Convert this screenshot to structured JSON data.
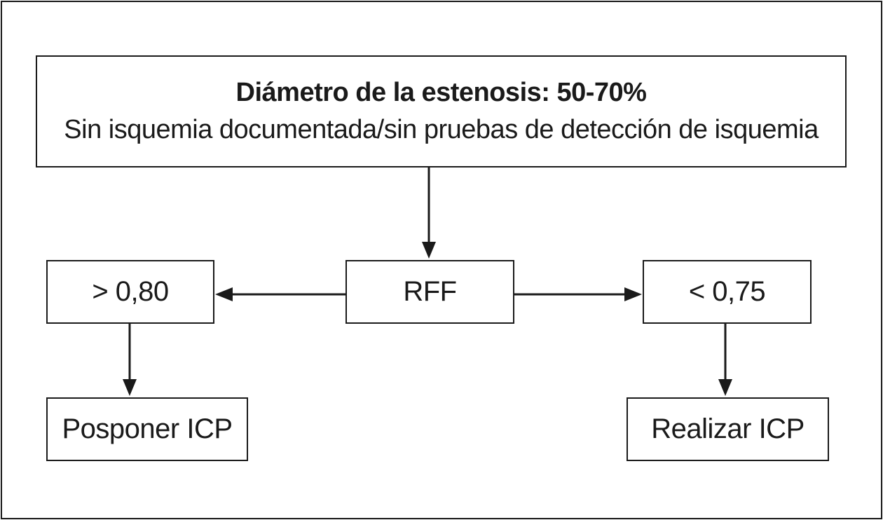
{
  "diagram": {
    "top_node": {
      "title": "Diámetro de la estenosis: 50-70%",
      "subtitle": "Sin isquemia documentada/sin pruebas de detección de isquemia"
    },
    "center_node": {
      "label": "RFF"
    },
    "left_node": {
      "label": "> 0,80"
    },
    "right_node": {
      "label": "< 0,75"
    },
    "left_outcome": {
      "label": "Posponer ICP"
    },
    "right_outcome": {
      "label": "Realizar ICP"
    },
    "edges": [
      {
        "from": "top_node",
        "to": "center_node"
      },
      {
        "from": "center_node",
        "to": "left_node"
      },
      {
        "from": "center_node",
        "to": "right_node"
      },
      {
        "from": "left_node",
        "to": "left_outcome"
      },
      {
        "from": "right_node",
        "to": "right_outcome"
      }
    ],
    "colors": {
      "stroke": "#1a1a1a",
      "background": "#ffffff"
    }
  }
}
